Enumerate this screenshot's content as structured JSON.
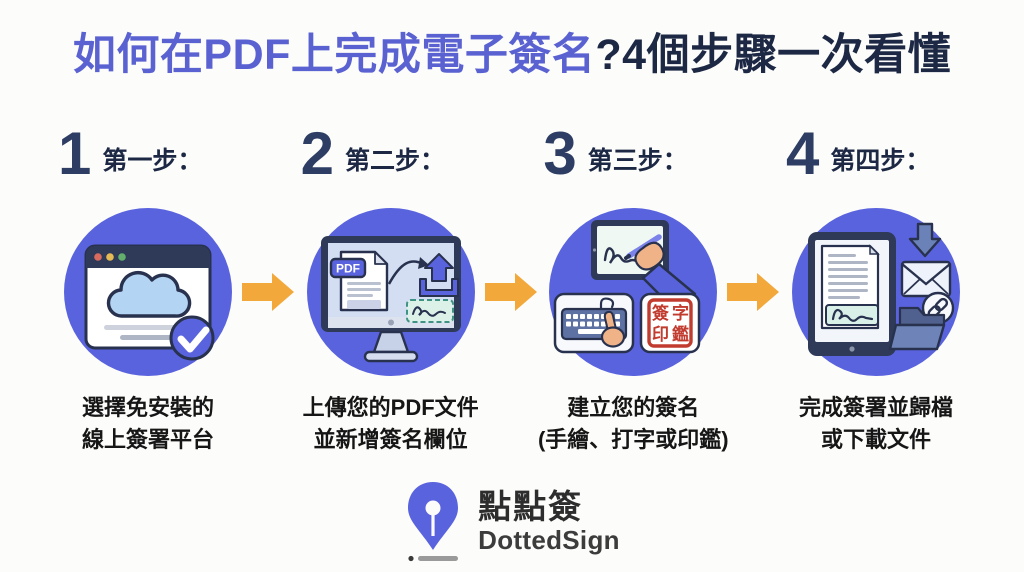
{
  "title": {
    "highlight": "如何在PDF上完成電子簽名",
    "rest": "?4個步驟一次看懂"
  },
  "steps": [
    {
      "number": "1",
      "label": "第一步：",
      "desc_line1": "選擇免安裝的",
      "desc_line2": "線上簽署平台",
      "illustration": "browser-cloud-check"
    },
    {
      "number": "2",
      "label": "第二步：",
      "desc_line1": "上傳您的PDF文件",
      "desc_line2": "並新增簽名欄位",
      "illustration": "monitor-pdf-upload"
    },
    {
      "number": "3",
      "label": "第三步：",
      "desc_line1": "建立您的簽名",
      "desc_line2": "(手繪、打字或印鑑)",
      "illustration": "tablet-keyboard-seal"
    },
    {
      "number": "4",
      "label": "第四步：",
      "desc_line1": "完成簽署並歸檔",
      "desc_line2": "或下載文件",
      "illustration": "tablet-download-archive"
    }
  ],
  "illustration_labels": {
    "pdf_badge": "PDF",
    "seal_chars": [
      "簽",
      "字",
      "印",
      "鑑"
    ]
  },
  "footer": {
    "brand_zh": "點點簽",
    "brand_en": "DottedSign"
  },
  "colors": {
    "accent_purple": "#5A63DE",
    "title_purple": "#5A62D2",
    "navy": "#1C2844",
    "dark_outline": "#28324E",
    "arrow_orange": "#F2A83B",
    "seal_red": "#C13B2E",
    "mint": "#D9F0E8",
    "steel_blue": "#6B82B8",
    "background": "#FCFCFA"
  }
}
